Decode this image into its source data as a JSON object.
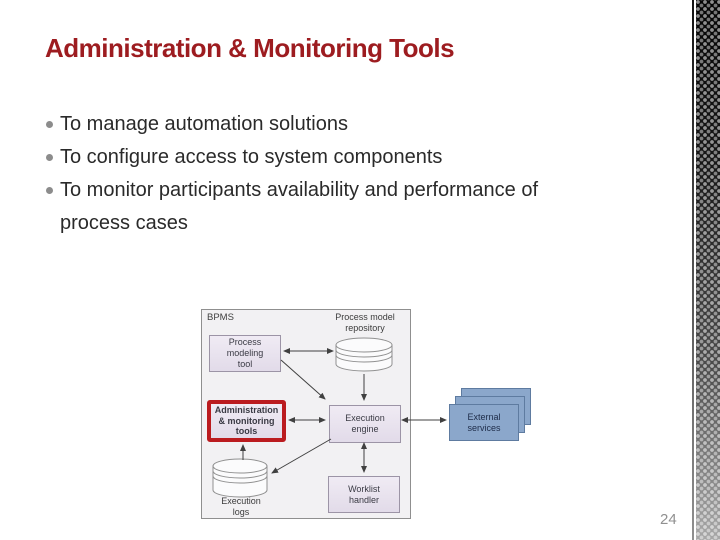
{
  "slide": {
    "title": "Administration & Monitoring Tools",
    "bullets": [
      "To manage automation solutions",
      "To configure access to system components",
      "To monitor participants availability and performance of process cases"
    ],
    "page_number": "24"
  },
  "diagram": {
    "label": "BPMS",
    "nodes": {
      "process_modeling_tool": {
        "line1": "Process",
        "line2": "modeling",
        "line3": "tool"
      },
      "process_model_repository": {
        "line1": "Process model",
        "line2": "repository"
      },
      "admin_monitoring_tools": {
        "line1": "Administration",
        "line2": "& monitoring",
        "line3": "tools"
      },
      "execution_engine": {
        "line1": "Execution",
        "line2": "engine"
      },
      "worklist_handler": {
        "line1": "Worklist",
        "line2": "handler"
      },
      "execution_logs": {
        "line1": "Execution",
        "line2": "logs"
      },
      "external_services": {
        "line1": "External",
        "line2": "services"
      }
    },
    "edges": [
      {
        "from": "process_modeling_tool",
        "to": "process_model_repository",
        "bidirectional": true
      },
      {
        "from": "process_model_repository",
        "to": "execution_engine",
        "bidirectional": false
      },
      {
        "from": "process_modeling_tool",
        "to": "execution_engine",
        "bidirectional": false
      },
      {
        "from": "admin_monitoring_tools",
        "to": "execution_engine",
        "bidirectional": true
      },
      {
        "from": "execution_engine",
        "to": "execution_logs",
        "bidirectional": false
      },
      {
        "from": "execution_logs",
        "to": "admin_monitoring_tools",
        "bidirectional": false
      },
      {
        "from": "execution_engine",
        "to": "worklist_handler",
        "bidirectional": true
      },
      {
        "from": "execution_engine",
        "to": "external_services",
        "bidirectional": true
      }
    ]
  },
  "colors": {
    "title_red": "#9d1c20",
    "highlight_border_red": "#bb1b1f",
    "node_fill": "#e8e2ee",
    "node_border": "#9c94a6",
    "external_fill": "#8ba7cb",
    "diagram_background": "#f2f1f3",
    "body_text": "#2a2a2a",
    "page_number_gray": "#909090"
  }
}
